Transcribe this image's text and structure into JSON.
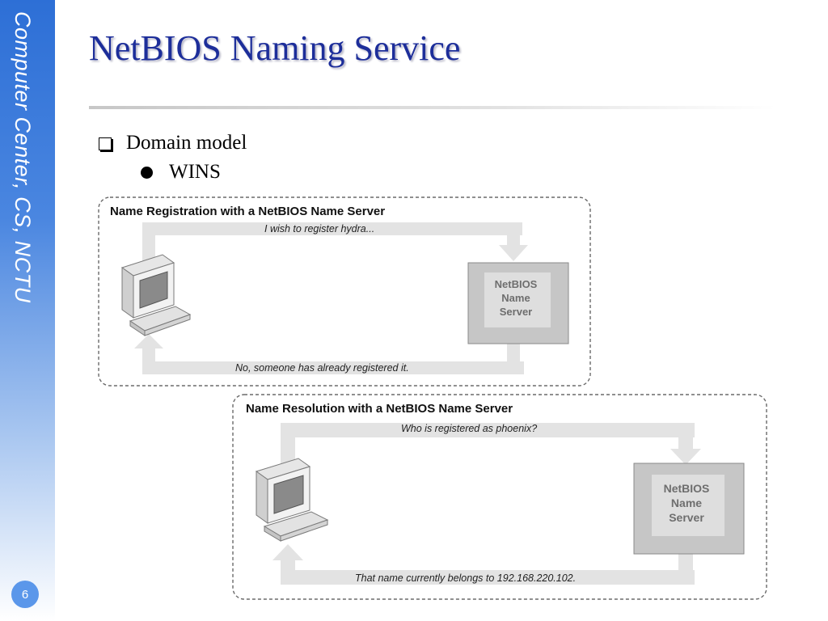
{
  "sidebar": {
    "label": "Computer Center, CS, NCTU"
  },
  "page": {
    "number": "6"
  },
  "slide": {
    "title": "NetBIOS Naming Service",
    "bullets": [
      {
        "text": "Domain model",
        "icon": "checkbox-icon"
      },
      {
        "text": "WINS",
        "icon": "disc-icon"
      }
    ]
  },
  "diagrams": [
    {
      "title": "Name Registration with a NetBIOS Name Server",
      "request": "I wish to register hydra...",
      "response": "No, someone has already registered it.",
      "server": {
        "line1": "NetBIOS",
        "line2": "Name",
        "line3": "Server"
      }
    },
    {
      "title": "Name Resolution with a NetBIOS Name Server",
      "request": "Who is registered as phoenix?",
      "response": "That name currently belongs to 192.168.220.102.",
      "server": {
        "line1": "NetBIOS",
        "line2": "Name",
        "line3": "Server"
      }
    }
  ],
  "colors": {
    "title": "#1d2e9a",
    "sidebar": "#2d6fd6",
    "band": "#e3e3e3"
  }
}
